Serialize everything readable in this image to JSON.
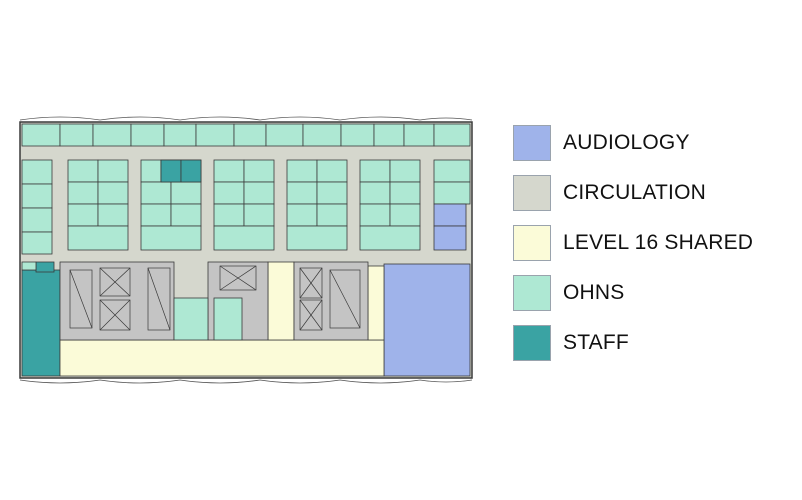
{
  "colors": {
    "audiology": "#9fb3ea",
    "circulation": "#d5d7cd",
    "shared": "#fbfbd8",
    "ohns": "#aee8d3",
    "staff": "#3aa3a3",
    "core": "#c4c4c4",
    "wall": "#3a3a3a"
  },
  "legend": [
    {
      "key": "audiology",
      "label": "AUDIOLOGY",
      "color": "#9fb3ea"
    },
    {
      "key": "circulation",
      "label": "CIRCULATION",
      "color": "#d5d7cd"
    },
    {
      "key": "shared",
      "label": "LEVEL 16 SHARED",
      "color": "#fbfbd8"
    },
    {
      "key": "ohns",
      "label": "OHNS",
      "color": "#aee8d3"
    },
    {
      "key": "staff",
      "label": "STAFF",
      "color": "#3aa3a3"
    }
  ]
}
